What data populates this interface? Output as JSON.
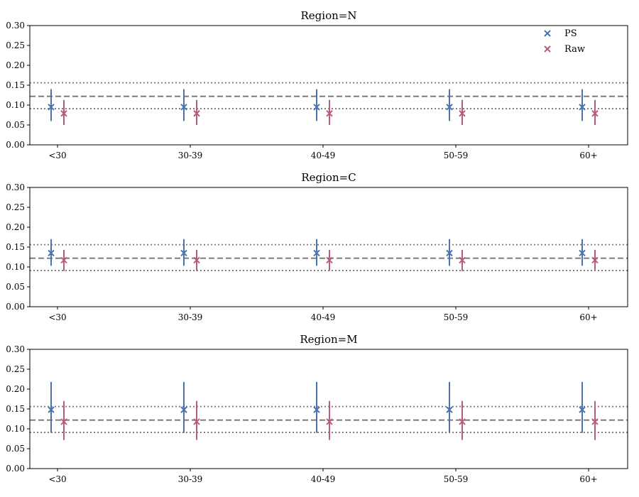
{
  "chart_data": [
    {
      "type": "errorbar",
      "title": "Region=N",
      "categories": [
        "<30",
        "30-39",
        "40-49",
        "50-59",
        "60+"
      ],
      "ylim": [
        0,
        0.3
      ],
      "yticks": [
        "0.00",
        "0.05",
        "0.10",
        "0.15",
        "0.20",
        "0.25",
        "0.30"
      ],
      "reference_lines": {
        "center": 0.122,
        "lower": 0.091,
        "upper": 0.156
      },
      "series": [
        {
          "name": "PS",
          "color": "#4c72b0",
          "values": [
            0.095,
            0.095,
            0.095,
            0.095,
            0.095
          ],
          "lower": [
            0.06,
            0.06,
            0.06,
            0.06,
            0.06
          ],
          "upper": [
            0.14,
            0.14,
            0.14,
            0.14,
            0.14
          ]
        },
        {
          "name": "Raw",
          "color": "#b55d7a",
          "values": [
            0.079,
            0.079,
            0.079,
            0.079,
            0.079
          ],
          "lower": [
            0.05,
            0.05,
            0.05,
            0.05,
            0.05
          ],
          "upper": [
            0.113,
            0.113,
            0.113,
            0.113,
            0.113
          ]
        }
      ],
      "legend": "top-right"
    },
    {
      "type": "errorbar",
      "title": "Region=C",
      "categories": [
        "<30",
        "30-39",
        "40-49",
        "50-59",
        "60+"
      ],
      "ylim": [
        0,
        0.3
      ],
      "yticks": [
        "0.00",
        "0.05",
        "0.10",
        "0.15",
        "0.20",
        "0.25",
        "0.30"
      ],
      "reference_lines": {
        "center": 0.122,
        "lower": 0.091,
        "upper": 0.156
      },
      "series": [
        {
          "name": "PS",
          "color": "#4c72b0",
          "values": [
            0.135,
            0.135,
            0.135,
            0.135,
            0.135
          ],
          "lower": [
            0.103,
            0.103,
            0.103,
            0.103,
            0.103
          ],
          "upper": [
            0.17,
            0.17,
            0.17,
            0.17,
            0.17
          ]
        },
        {
          "name": "Raw",
          "color": "#b55d7a",
          "values": [
            0.117,
            0.117,
            0.117,
            0.117,
            0.117
          ],
          "lower": [
            0.09,
            0.09,
            0.09,
            0.09,
            0.09
          ],
          "upper": [
            0.143,
            0.143,
            0.143,
            0.143,
            0.143
          ]
        }
      ]
    },
    {
      "type": "errorbar",
      "title": "Region=M",
      "categories": [
        "<30",
        "30-39",
        "40-49",
        "50-59",
        "60+"
      ],
      "ylim": [
        0,
        0.3
      ],
      "yticks": [
        "0.00",
        "0.05",
        "0.10",
        "0.15",
        "0.20",
        "0.25",
        "0.30"
      ],
      "reference_lines": {
        "center": 0.122,
        "lower": 0.091,
        "upper": 0.156
      },
      "series": [
        {
          "name": "PS",
          "color": "#4c72b0",
          "values": [
            0.148,
            0.148,
            0.148,
            0.148,
            0.148
          ],
          "lower": [
            0.09,
            0.09,
            0.09,
            0.09,
            0.09
          ],
          "upper": [
            0.218,
            0.218,
            0.218,
            0.218,
            0.218
          ]
        },
        {
          "name": "Raw",
          "color": "#b55d7a",
          "values": [
            0.118,
            0.118,
            0.118,
            0.118,
            0.118
          ],
          "lower": [
            0.072,
            0.072,
            0.072,
            0.072,
            0.072
          ],
          "upper": [
            0.17,
            0.17,
            0.17,
            0.17,
            0.17
          ]
        }
      ]
    }
  ]
}
